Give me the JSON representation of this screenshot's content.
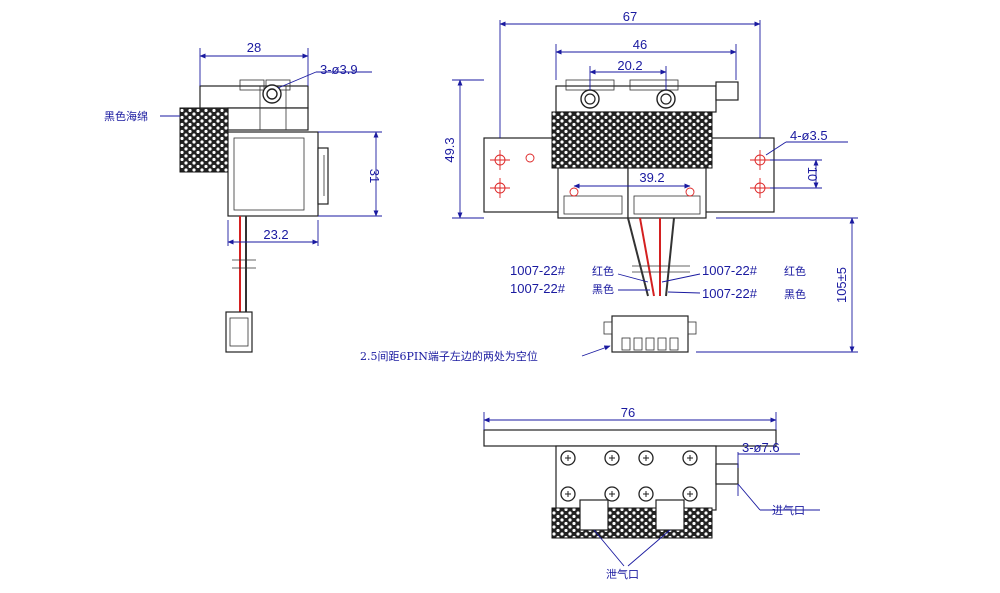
{
  "side_view": {
    "width_top": "28",
    "holes": "3-ø3.9",
    "foam_label": "黑色海绵",
    "height": "31",
    "width_bottom": "23.2"
  },
  "front_view": {
    "overall_width": "67",
    "body_width": "46",
    "hole_pitch": "20.2",
    "mount_holes": "4-ø3.5",
    "inner_width": "39.2",
    "height": "49.3",
    "hole_spacing": "10",
    "wire_length": "105±5",
    "wire1": "1007-22#",
    "wire1_color": "红色",
    "wire2": "1007-22#",
    "wire2_color": "黑色",
    "wire3": "1007-22#",
    "wire3_color": "红色",
    "wire4": "1007-22#",
    "wire4_color": "黑色",
    "connector_note": "2.5间距6PIN端子左边的两处为空位"
  },
  "bottom_view": {
    "plate_width": "76",
    "ports": "3-ø7.6",
    "inlet_label": "进气口",
    "exhaust_label": "泄气口"
  },
  "colors": {
    "dimension": "#1a1aa0",
    "red_wire": "#d42020",
    "black_wire": "#333333"
  }
}
